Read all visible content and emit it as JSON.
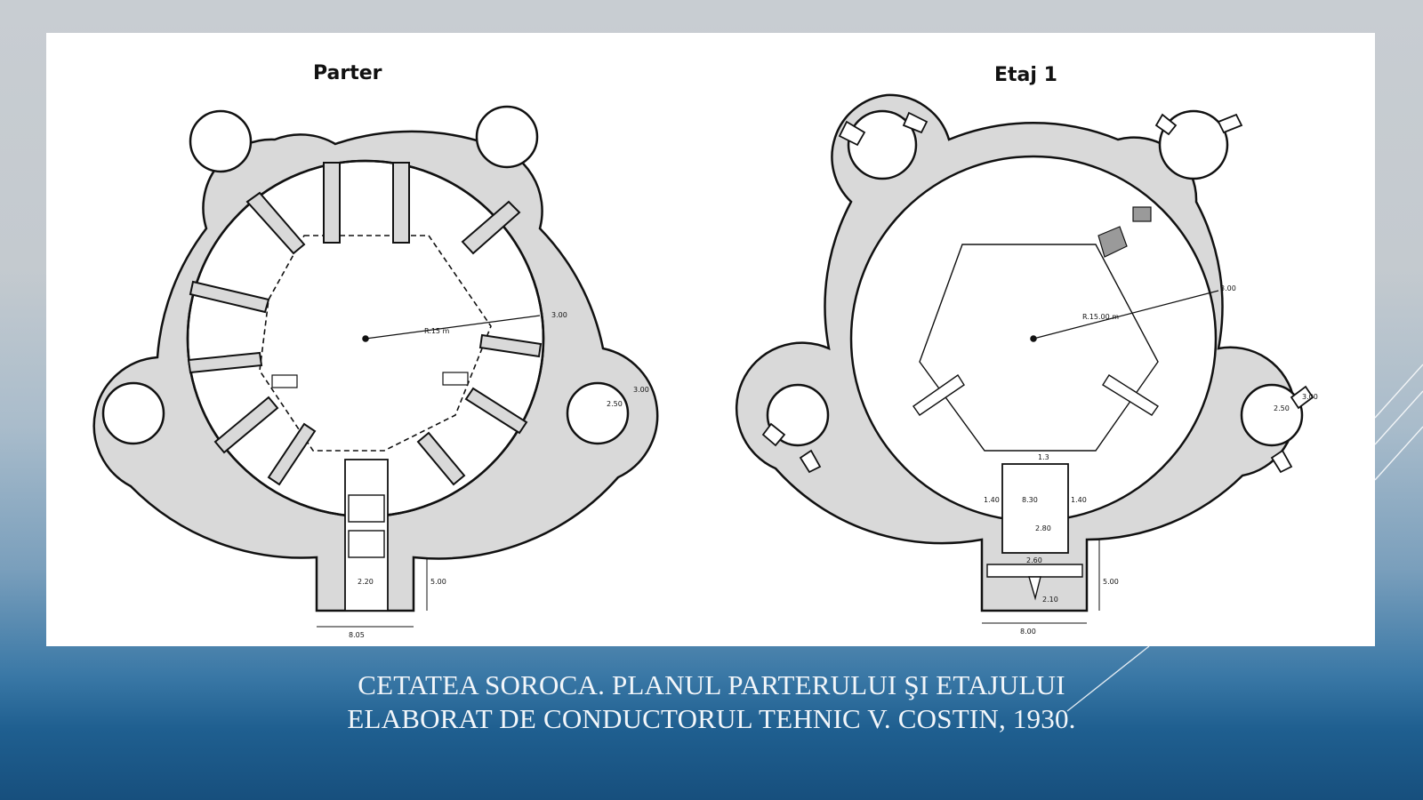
{
  "plans": {
    "left_title": "Parter",
    "right_title": "Etaj 1",
    "left_dims": {
      "radius": "R.15 m",
      "wall": "3.00",
      "tower": "2.50",
      "tower_wall": "3.00",
      "gate_width": "8.05",
      "gate_depth": "5.00",
      "gate_inner": "2.20"
    },
    "right_dims": {
      "radius": "R.15.00 m",
      "wall": "3.00",
      "tower": "2.50",
      "tower_wall": "3.00",
      "room_w": "8.30",
      "room_d": "2.80",
      "side_l": "1.40",
      "side_r": "1.40",
      "gate_width": "8.00",
      "gate_depth": "5.00",
      "top": "1.3",
      "small": "2.60",
      "low": "2.10"
    }
  },
  "caption": {
    "line1": "CETATEA SOROCA. PLANUL PARTERULUI ŞI ETAJULUI",
    "line2": "ELABORAT DE CONDUCTORUL TEHNIC V. COSTIN,  1930."
  },
  "colors": {
    "wall_fill": "#d9d9d9",
    "ink": "#111111",
    "caption": "#f2f6fa",
    "panel": "#ffffff"
  }
}
